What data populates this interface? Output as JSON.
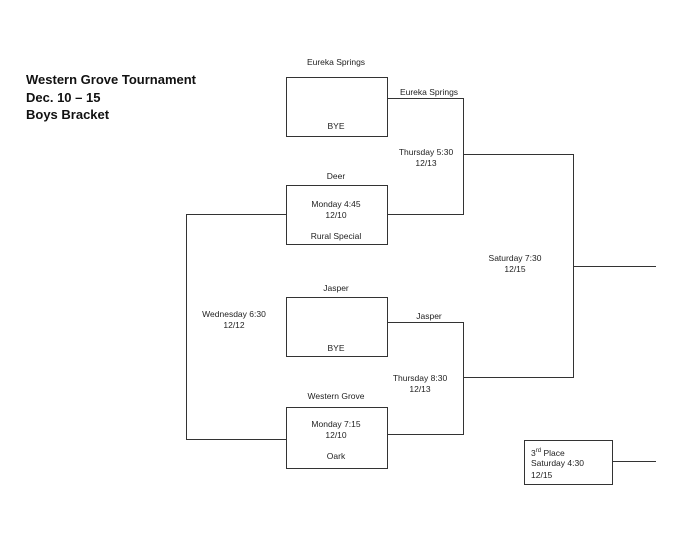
{
  "header": {
    "title": "Western Grove Tournament",
    "dates": "Dec. 10 – 15",
    "bracket": "Boys Bracket"
  },
  "round1": {
    "game1": {
      "top_team": "Eureka Springs",
      "bottom_team": "BYE"
    },
    "game2": {
      "top_team": "Deer",
      "time": "Monday 4:45",
      "date": "12/10",
      "bottom_team": "Rural Special"
    },
    "game3": {
      "top_team": "Jasper",
      "bottom_team": "BYE"
    },
    "game4": {
      "top_team": "Western Grove",
      "time": "Monday 7:15",
      "date": "12/10",
      "bottom_team": "Oark"
    }
  },
  "round2": {
    "upper": {
      "advancing_team": "Eureka Springs",
      "time": "Thursday 5:30",
      "date": "12/13"
    },
    "lower": {
      "advancing_team": "Jasper",
      "time": "Thursday 8:30",
      "date": "12/13"
    }
  },
  "consolation": {
    "time": "Wednesday 6:30",
    "date": "12/12"
  },
  "final": {
    "time": "Saturday 7:30",
    "date": "12/15"
  },
  "third_place": {
    "title": "3",
    "title_sup": "rd",
    "title_rest": " Place",
    "time": "Saturday 4:30",
    "date": "12/15"
  }
}
